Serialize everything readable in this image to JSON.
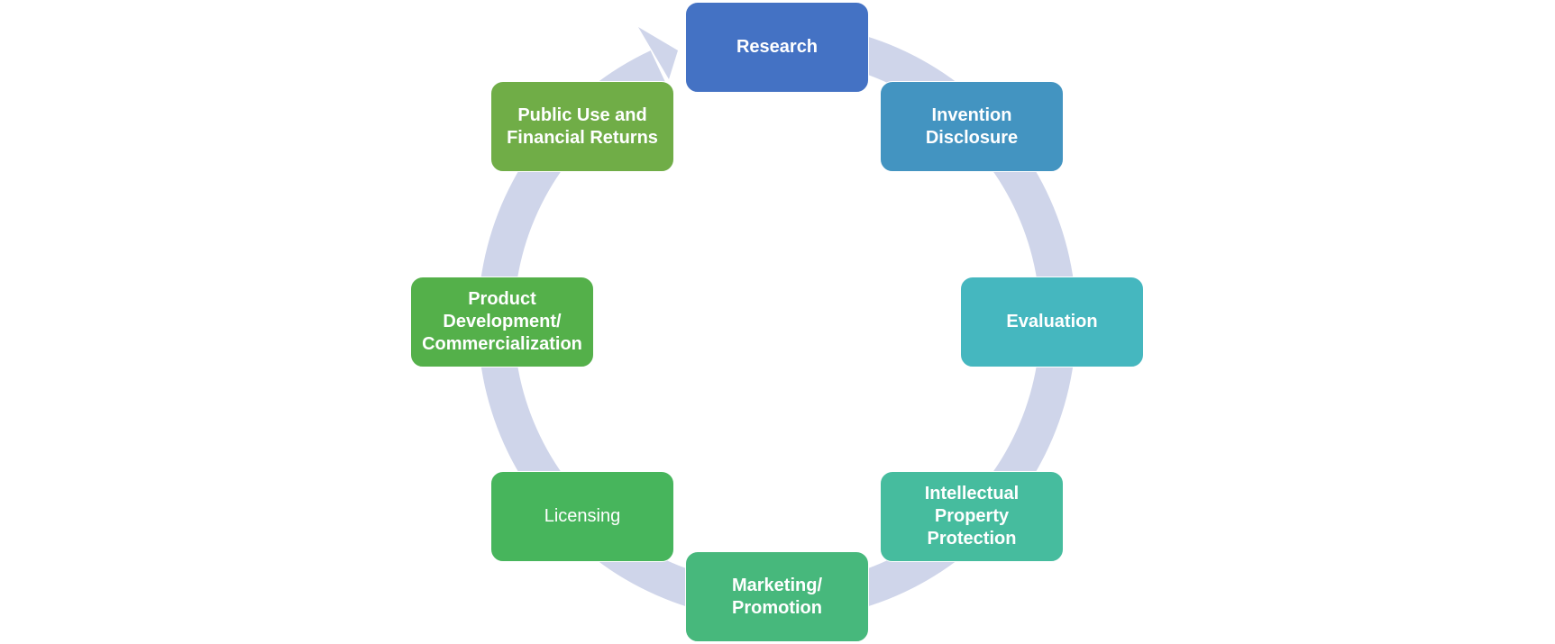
{
  "diagram": {
    "type": "cycle",
    "direction": "clockwise",
    "ring_color": "#CFD5EA",
    "steps": [
      {
        "label": "Research",
        "color": "#4472C4",
        "bold": true
      },
      {
        "label": "Invention\nDisclosure",
        "color": "#4394C1",
        "bold": true
      },
      {
        "label": "Evaluation",
        "color": "#45B7BF",
        "bold": true
      },
      {
        "label": "Intellectual\nProperty\nProtection",
        "color": "#46BC9E",
        "bold": true
      },
      {
        "label": "Marketing/\nPromotion",
        "color": "#47B87C",
        "bold": true
      },
      {
        "label": "Licensing",
        "color": "#47B55C",
        "bold": false
      },
      {
        "label": "Product\nDevelopment/\nCommercialization",
        "color": "#54B04A",
        "bold": true
      },
      {
        "label": "Public Use and\nFinancial Returns",
        "color": "#70AD47",
        "bold": true
      }
    ]
  }
}
